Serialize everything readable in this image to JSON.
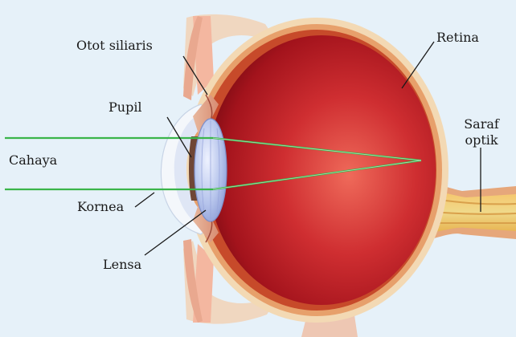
{
  "labels": {
    "ciliary_muscle": "Otot siliaris",
    "retina": "Retina",
    "pupil": "Pupil",
    "optic_nerve_line1": "Saraf",
    "optic_nerve_line2": "optik",
    "light": "Cahaya",
    "cornea": "Kornea",
    "lens": "Lensa"
  },
  "colors": {
    "background": "#e6f1f9",
    "eyeball_red": "#c4202a",
    "sclera": "#f3d9b4",
    "light_rays": "#3ab54a",
    "lens": "#b9c8ee"
  }
}
